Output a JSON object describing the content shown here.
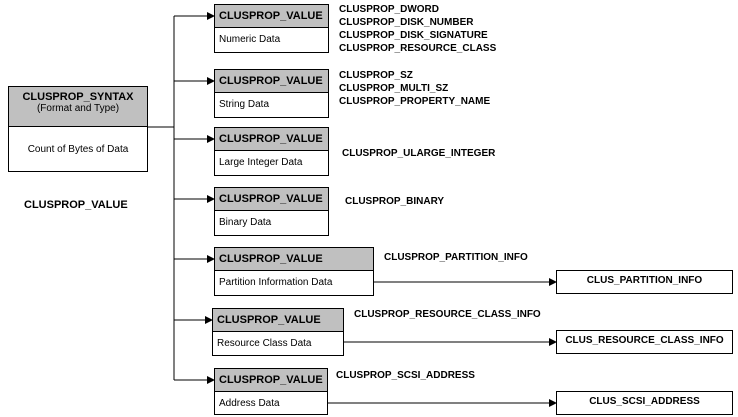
{
  "syntax": {
    "title": "CLUSPROP_SYNTAX",
    "subtitle": "(Format and Type)",
    "body": "Count of Bytes of Data"
  },
  "side_label": "CLUSPROP_VALUE",
  "branches": [
    {
      "header": "CLUSPROP_VALUE",
      "body": "Numeric Data",
      "types": [
        "CLUSPROP_DWORD",
        "CLUSPROP_DISK_NUMBER",
        "CLUSPROP_DISK_SIGNATURE",
        "CLUSPROP_RESOURCE_CLASS"
      ]
    },
    {
      "header": "CLUSPROP_VALUE",
      "body": "String Data",
      "types": [
        "CLUSPROP_SZ",
        "CLUSPROP_MULTI_SZ",
        "CLUSPROP_PROPERTY_NAME"
      ]
    },
    {
      "header": "CLUSPROP_VALUE",
      "body": "Large Integer Data",
      "types": [
        "CLUSPROP_ULARGE_INTEGER"
      ]
    },
    {
      "header": "CLUSPROP_VALUE",
      "body": "Binary Data",
      "types": [
        "CLUSPROP_BINARY"
      ]
    },
    {
      "header": "CLUSPROP_VALUE",
      "body": "Partition Information Data",
      "types": [
        "CLUSPROP_PARTITION_INFO"
      ],
      "ref": "CLUS_PARTITION_INFO"
    },
    {
      "header": "CLUSPROP_VALUE",
      "body": "Resource Class Data",
      "types": [
        "CLUSPROP_RESOURCE_CLASS_INFO"
      ],
      "ref": "CLUS_RESOURCE_CLASS_INFO"
    },
    {
      "header": "CLUSPROP_VALUE",
      "body": "Address Data",
      "types": [
        "CLUSPROP_SCSI_ADDRESS"
      ],
      "ref": "CLUS_SCSI_ADDRESS"
    }
  ]
}
